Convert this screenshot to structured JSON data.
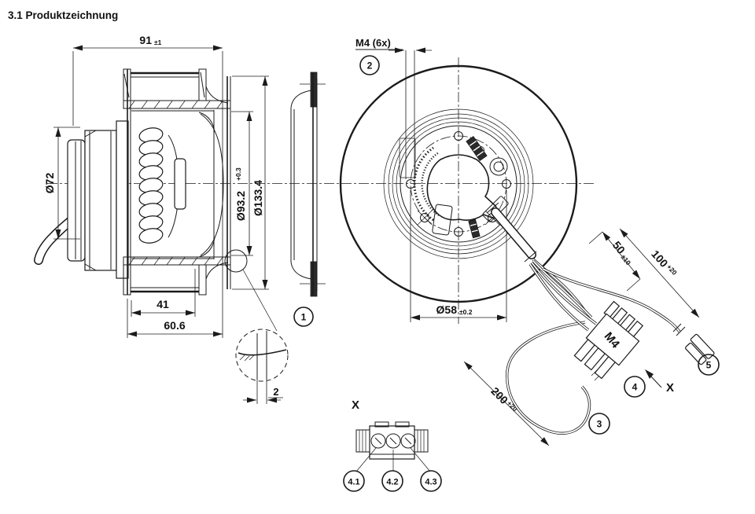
{
  "title": "3.1 Produktzeichnung",
  "colors": {
    "line": "#1b1b1b",
    "background": "#ffffff"
  },
  "side_view": {
    "dim_total_width": {
      "value": "91",
      "tolerance": "±1"
    },
    "dim_motor_diameter": "Ø72",
    "dim_inlet_diameter": {
      "value": "Ø93.2",
      "tolerance": "+0.3"
    },
    "dim_outer_diameter": "Ø133.4",
    "dim_housing_depth": "41",
    "dim_total_depth": "60.6",
    "detail_gap": {
      "value": "2"
    }
  },
  "inlet_ring": {
    "marker": "1"
  },
  "front_view": {
    "screw_callout": "M4 (6x)",
    "screw_marker": "2",
    "dim_pitch_circle": {
      "value": "Ø58",
      "tolerance": "±0.2"
    }
  },
  "leads": {
    "dim_terminal_block": {
      "value": "50",
      "tolerance": "±10"
    },
    "dim_ground_lead": {
      "value": "100",
      "tolerance": "+20"
    },
    "dim_leads_length": {
      "value": "200",
      "tolerance": "+20"
    },
    "terminal_block_label": "M4",
    "view_direction_label": "X",
    "marker_leads": "3",
    "marker_terminal_block": "4",
    "marker_ground_terminal": "5"
  },
  "detail_x": {
    "title": "X",
    "terminal_markers": [
      "4.1",
      "4.2",
      "4.3"
    ]
  }
}
